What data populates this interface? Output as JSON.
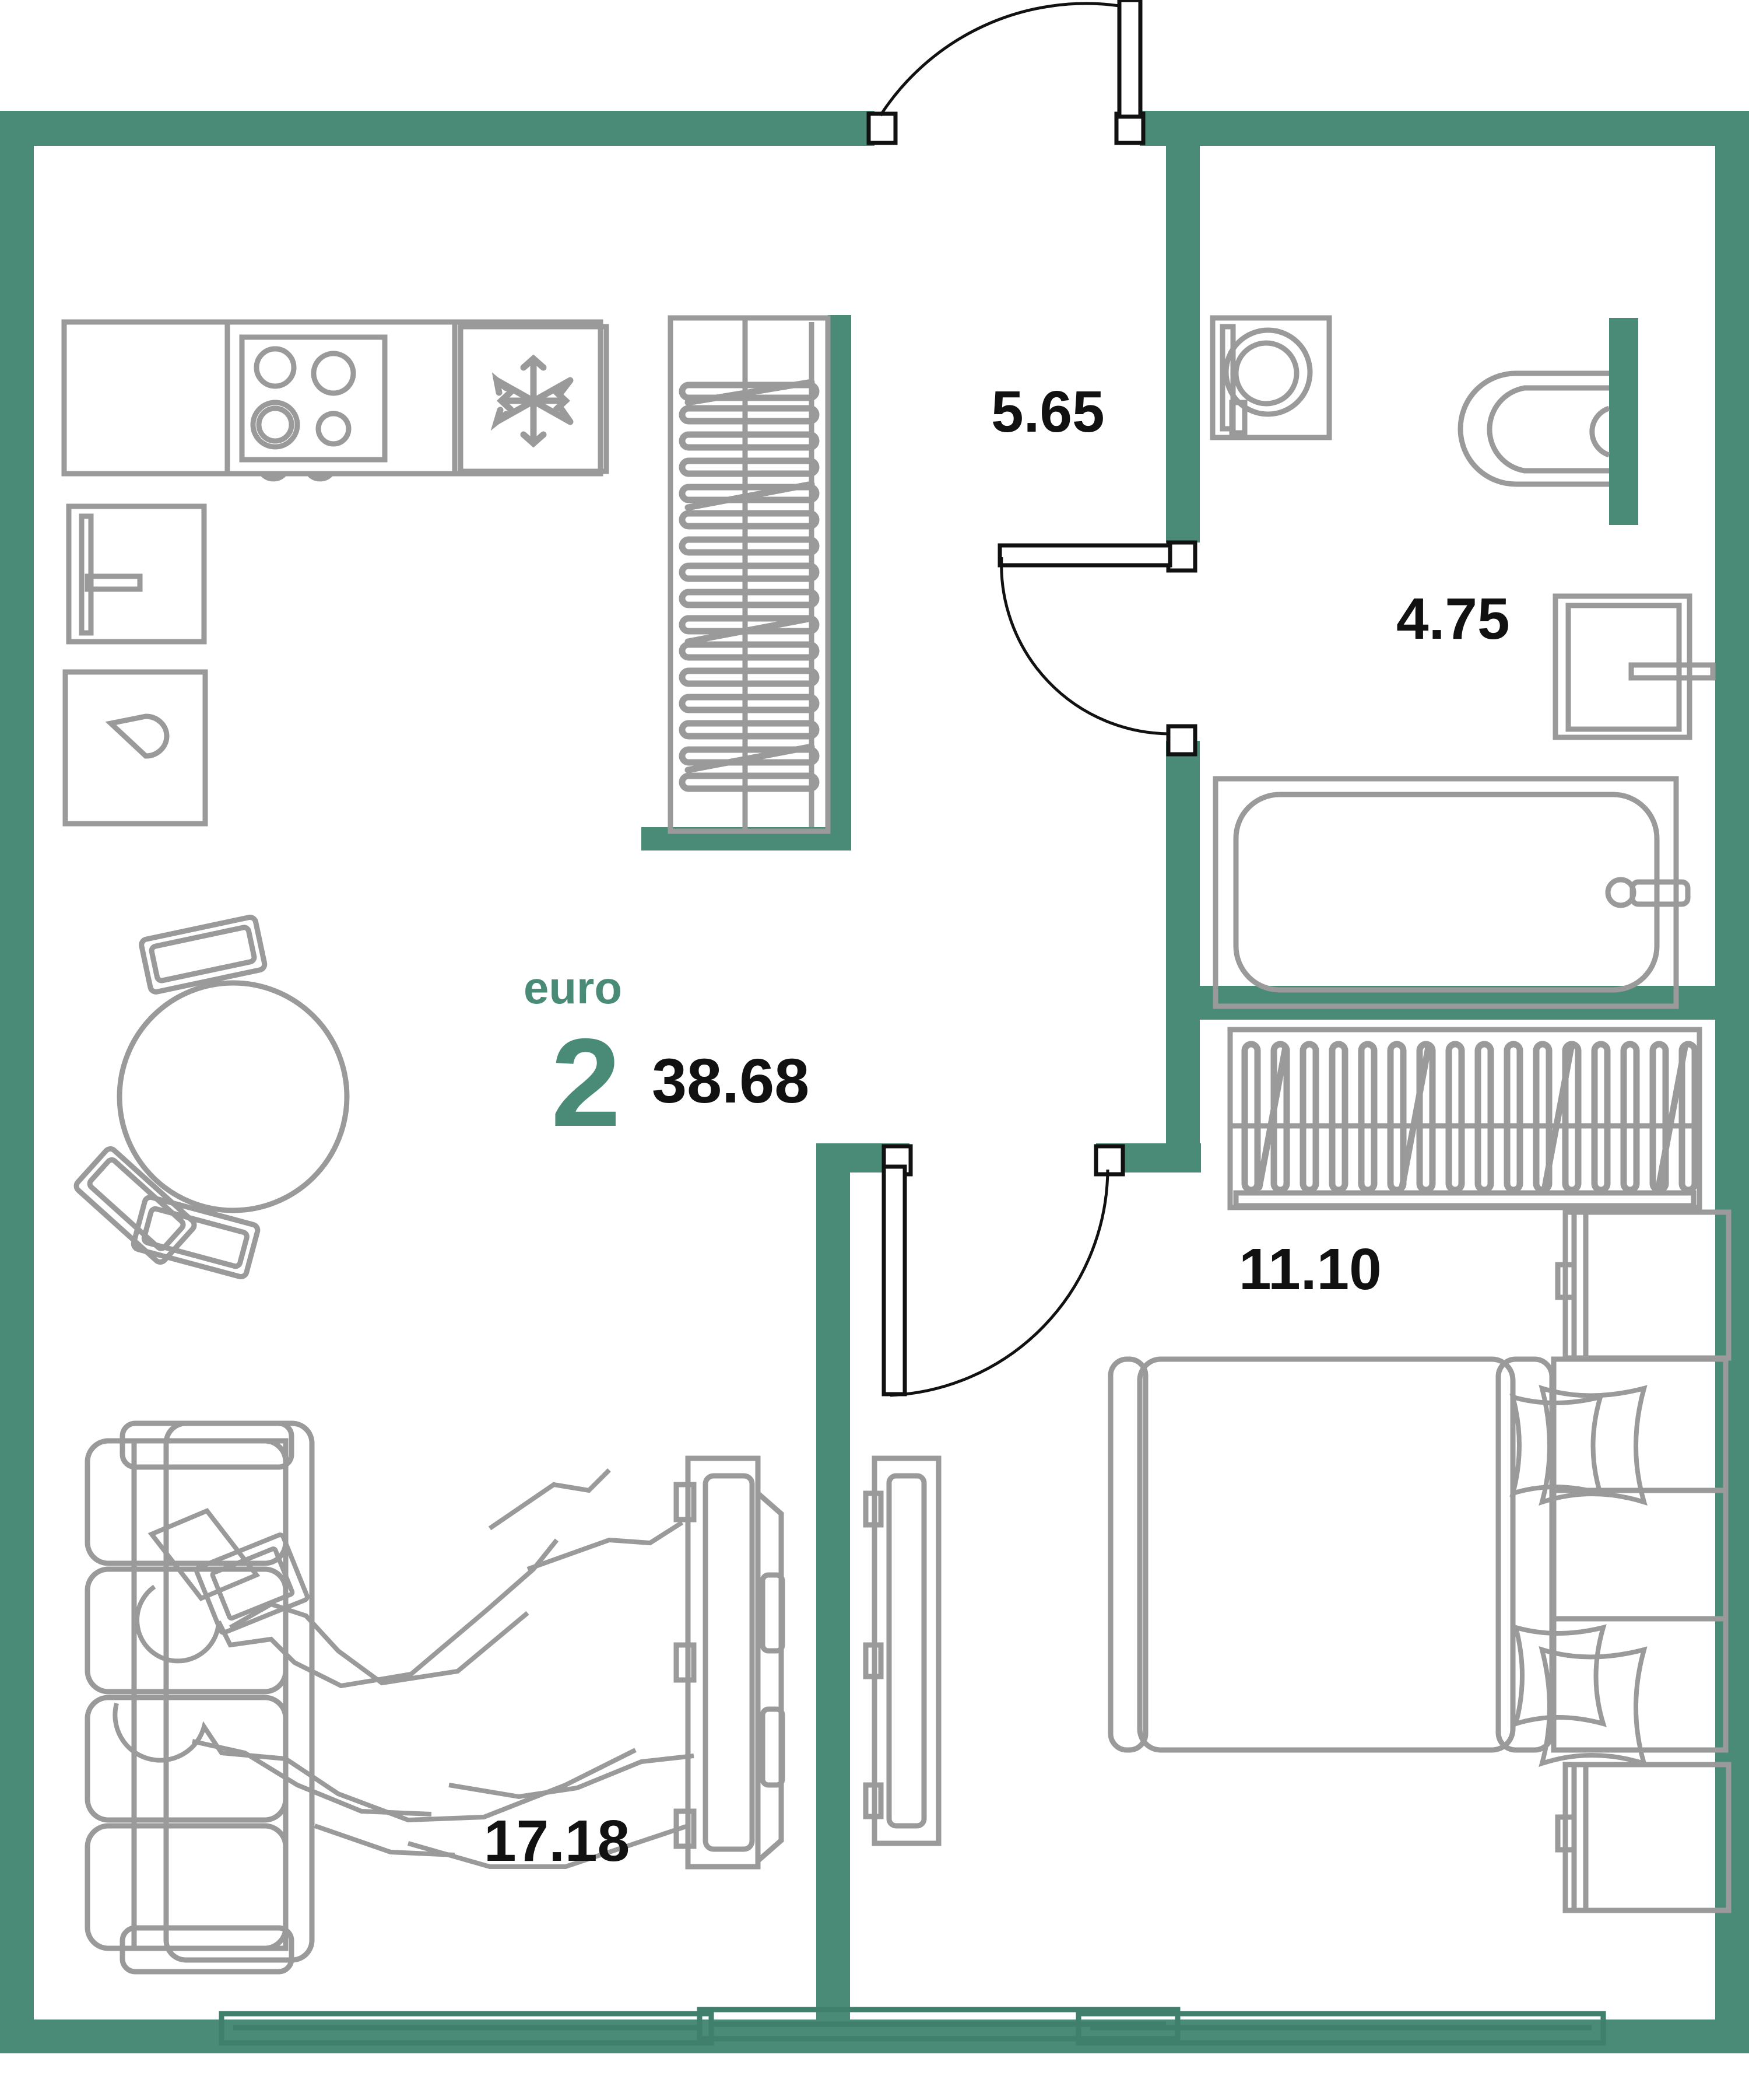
{
  "plan": {
    "type": "apartment-floor-plan",
    "brand_label": "euro",
    "rooms_count": "2",
    "total_area": "38.68",
    "colors": {
      "wall": "#4a8b78",
      "furniture_stroke": "#9a9a9a",
      "door_stroke": "#111111",
      "window_stroke": "#3f7f6c",
      "label_text": "#111111",
      "brand_text": "#4a8b78",
      "background": "#ffffff"
    },
    "rooms": [
      {
        "id": "hall",
        "name": "hall",
        "area": "5.65"
      },
      {
        "id": "bathroom",
        "name": "bathroom",
        "area": "4.75"
      },
      {
        "id": "bedroom",
        "name": "bedroom",
        "area": "11.10"
      },
      {
        "id": "living",
        "name": "living-kitchen",
        "area": "17.18"
      }
    ],
    "fixtures": [
      {
        "name": "kitchen-counter",
        "room": "living"
      },
      {
        "name": "cooktop",
        "room": "living"
      },
      {
        "name": "refrigerator",
        "room": "living"
      },
      {
        "name": "wall-cabinet",
        "room": "living"
      },
      {
        "name": "kitchen-sink",
        "room": "living"
      },
      {
        "name": "vertical-radiator",
        "room": "living"
      },
      {
        "name": "dining-table",
        "room": "living"
      },
      {
        "name": "dining-chair",
        "room": "living"
      },
      {
        "name": "sofa",
        "room": "living"
      },
      {
        "name": "seated-people",
        "room": "living"
      },
      {
        "name": "tv-media-unit",
        "room": "living"
      },
      {
        "name": "washing-machine",
        "room": "bathroom"
      },
      {
        "name": "toilet",
        "room": "bathroom"
      },
      {
        "name": "bathroom-vanity",
        "room": "bathroom"
      },
      {
        "name": "bathtub",
        "room": "bathroom"
      },
      {
        "name": "horizontal-radiator",
        "room": "bedroom"
      },
      {
        "name": "double-bed",
        "room": "bedroom"
      },
      {
        "name": "bed-pillow",
        "room": "bedroom"
      },
      {
        "name": "nightstand",
        "room": "bedroom"
      },
      {
        "name": "entrance-door",
        "room": "hall"
      },
      {
        "name": "bathroom-door",
        "room": "bathroom"
      },
      {
        "name": "bedroom-door",
        "room": "bedroom"
      },
      {
        "name": "living-window",
        "room": "living"
      },
      {
        "name": "bedroom-window",
        "room": "bedroom"
      }
    ]
  },
  "labels": {
    "hall_area": "5.65",
    "bathroom_area": "4.75",
    "bedroom_area": "11.10",
    "living_area": "17.18",
    "brand_euro": "euro",
    "brand_rooms": "2",
    "brand_total": "38.68"
  }
}
